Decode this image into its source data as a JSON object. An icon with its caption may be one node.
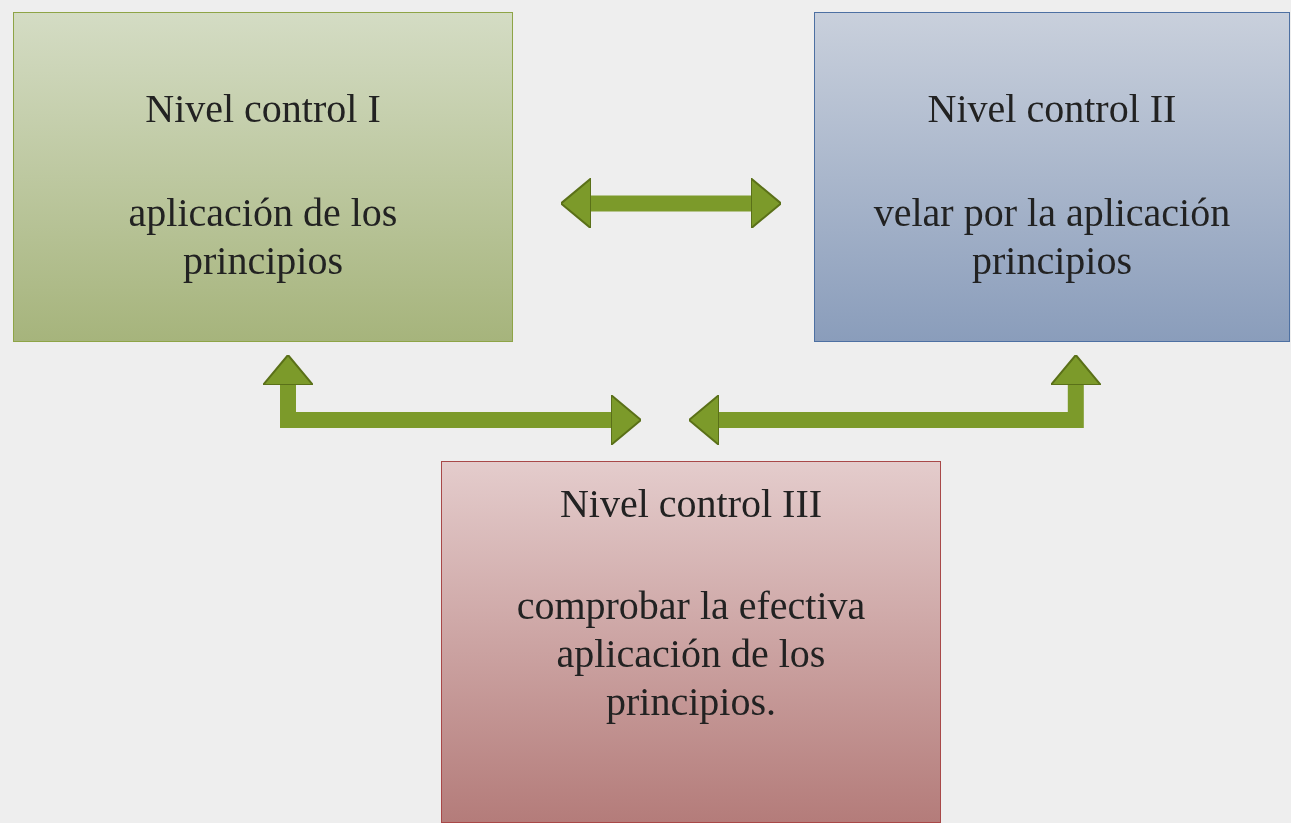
{
  "diagram": {
    "nodes": [
      {
        "text": [
          "Nivel control I",
          "aplicación de los principios"
        ]
      },
      {
        "text": [
          "Nivel control II",
          "velar por la aplicación principios"
        ]
      },
      {
        "text": [
          "Nivel control III",
          "comprobar la efectiva aplicación de los principios."
        ]
      }
    ],
    "edges": [
      {
        "from": 0,
        "to": 1,
        "arrow": "both"
      },
      {
        "from": 2,
        "to": 0,
        "arrow": "both"
      },
      {
        "from": 2,
        "to": 1,
        "arrow": "both"
      }
    ]
  }
}
